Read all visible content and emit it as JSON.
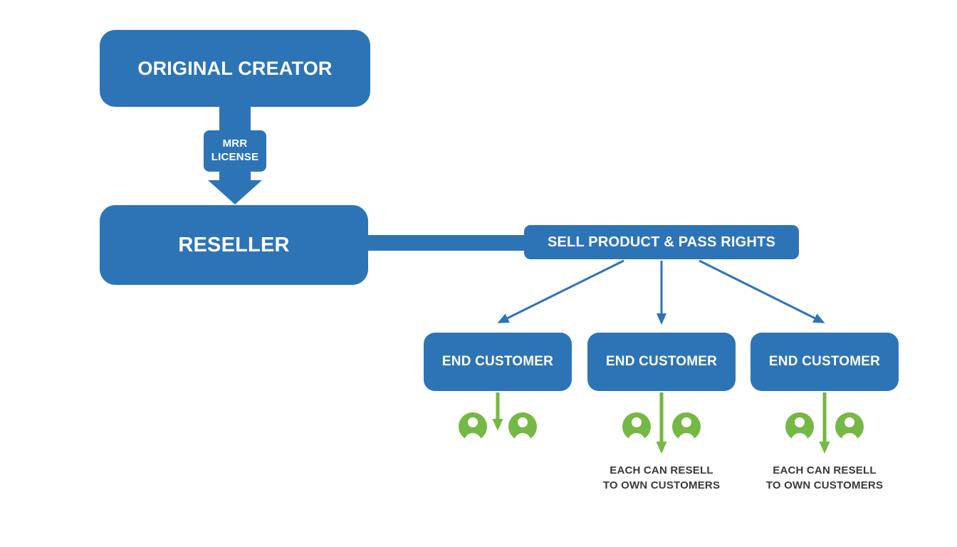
{
  "diagram": {
    "original_creator": "ORIGINAL CREATOR",
    "mrr_license": {
      "line1": "MRR",
      "line2": "LICENSE"
    },
    "reseller": "RESELLER",
    "sell_product": "SELL PRODUCT & PASS RIGHTS",
    "end_customers": [
      {
        "label": "END CUSTOMER"
      },
      {
        "label": "END CUSTOMER"
      },
      {
        "label": "END CUSTOMER"
      }
    ],
    "notes": [
      {
        "line1": "EACH CAN RESELL",
        "line2": "TO OWN CUSTOMERS"
      },
      {
        "line1": "EACH CAN RESELL",
        "line2": "TO OWN CUSTOMERS"
      }
    ]
  },
  "colors": {
    "primary_blue": "#2d74b7",
    "accent_green": "#75b843",
    "note_text": "#3a3a3a",
    "background": "#ffffff"
  }
}
